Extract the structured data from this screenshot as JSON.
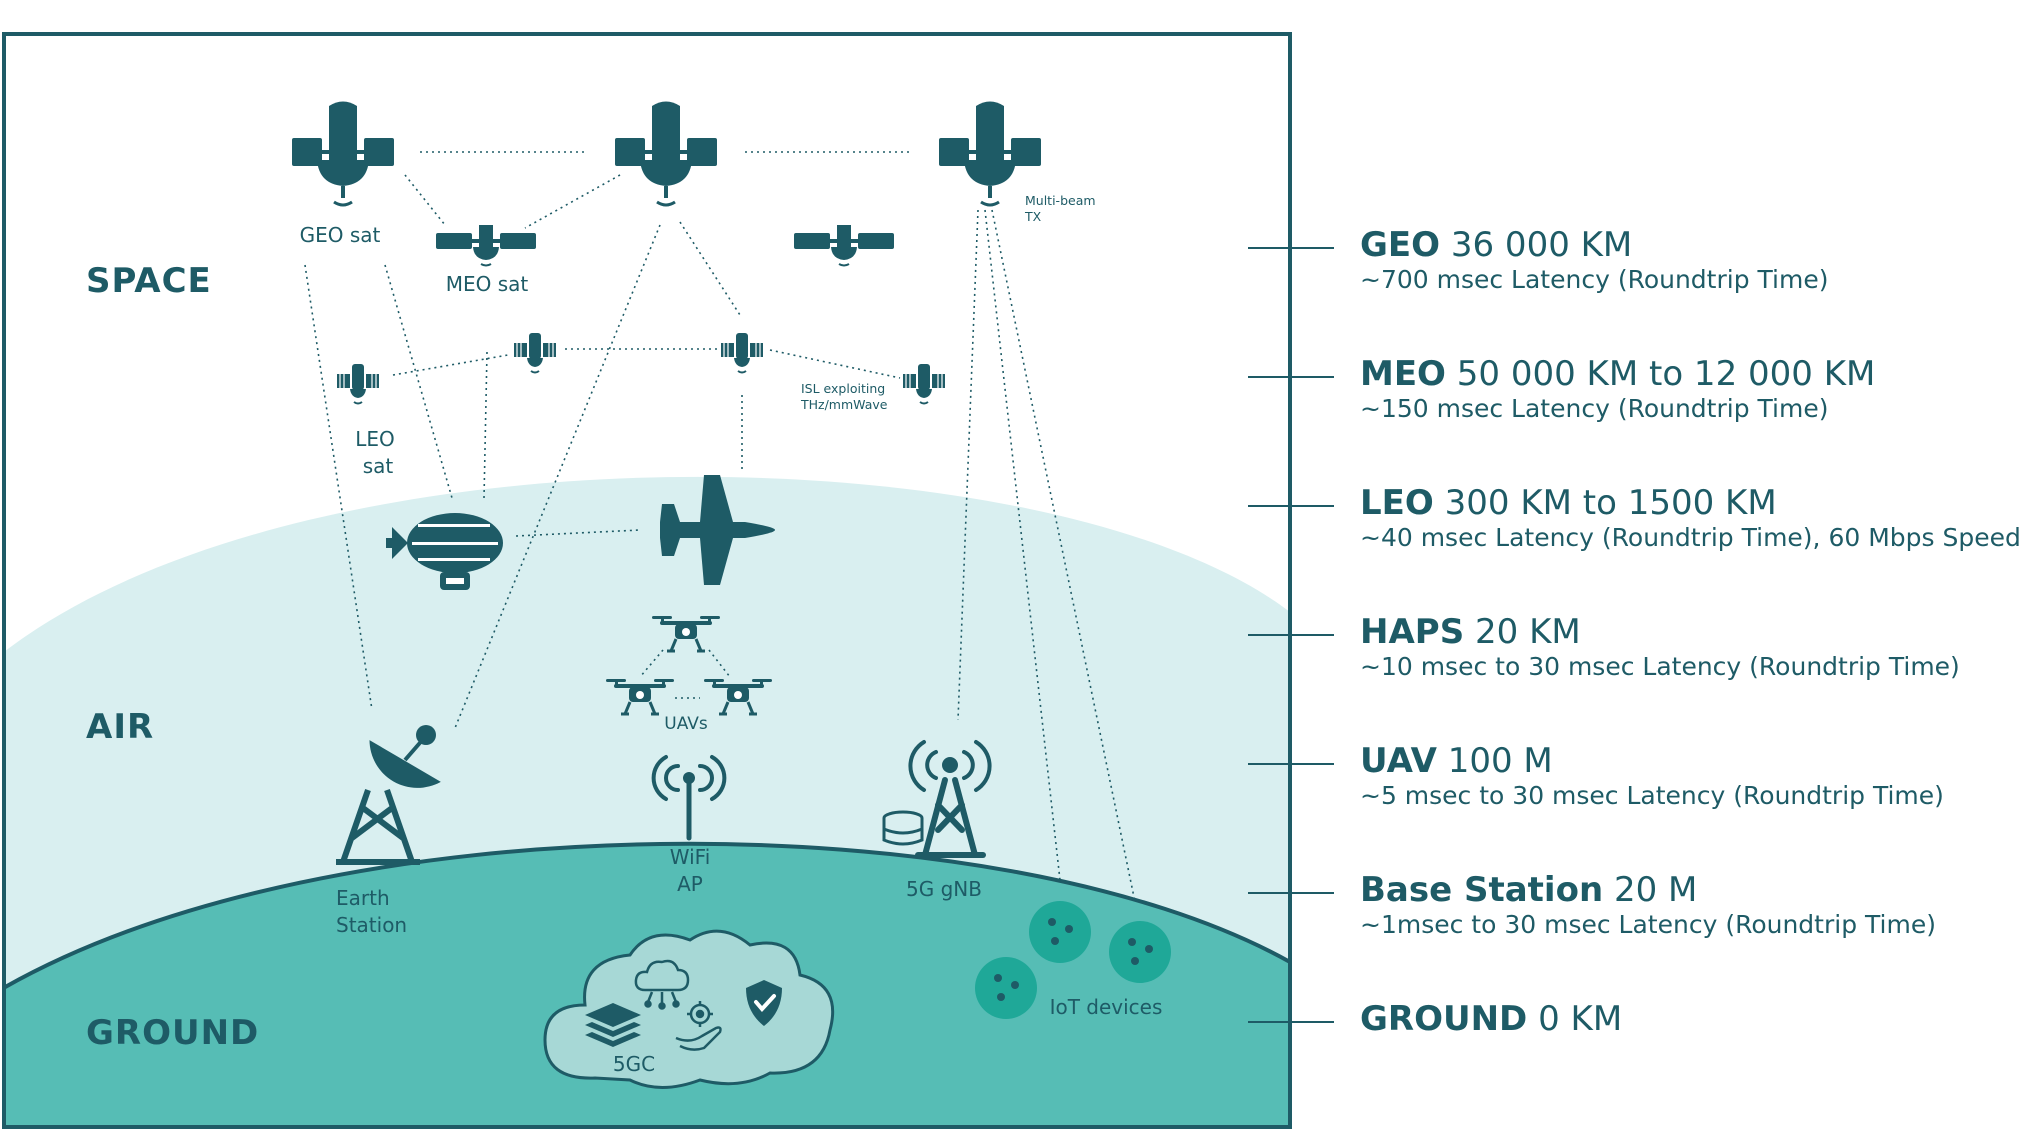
{
  "zones": {
    "space": "SPACE",
    "air": "AIR",
    "ground": "GROUND"
  },
  "labels": {
    "geo_sat": "GEO sat",
    "meo_sat": "MEO sat",
    "leo_sat_line1": "LEO",
    "leo_sat_line2": "sat",
    "isl_line1": "ISL exploiting",
    "isl_line2": "THz/mmWave",
    "multibeam_line1": "Multi-beam",
    "multibeam_line2": "TX",
    "uavs": "UAVs",
    "earth_station_line1": "Earth",
    "earth_station_line2": "Station",
    "wifi_line1": "WiFi",
    "wifi_line2": "AP",
    "gnb": "5G gNB",
    "iot": "IoT devices",
    "core": "5GC"
  },
  "orbits": [
    {
      "name": "GEO",
      "altitude": "36 000 KM",
      "latency": "~700 msec Latency (Roundtrip Time)"
    },
    {
      "name": "MEO",
      "altitude": "50 000 KM to 12 000 KM",
      "latency": "~150 msec Latency (Roundtrip Time)"
    },
    {
      "name": "LEO",
      "altitude": "300 KM to 1500 KM",
      "latency": "~40 msec Latency (Roundtrip Time), 60 Mbps Speed"
    },
    {
      "name": "HAPS",
      "altitude": "20 KM",
      "latency": "~10 msec to 30 msec Latency (Roundtrip Time)"
    },
    {
      "name": "UAV",
      "altitude": "100 M",
      "latency": "~5 msec to 30 msec Latency (Roundtrip Time)"
    },
    {
      "name": "Base Station",
      "altitude": "20 M",
      "latency": "~1msec to 30 msec Latency (Roundtrip Time)"
    },
    {
      "name": "GROUND",
      "altitude": "0 KM",
      "latency": ""
    }
  ],
  "colors": {
    "dark_teal": "#1e5b66",
    "air_fill": "#d9eff0",
    "ground_fill": "#56bdb5",
    "frame": "#1e5b66"
  }
}
